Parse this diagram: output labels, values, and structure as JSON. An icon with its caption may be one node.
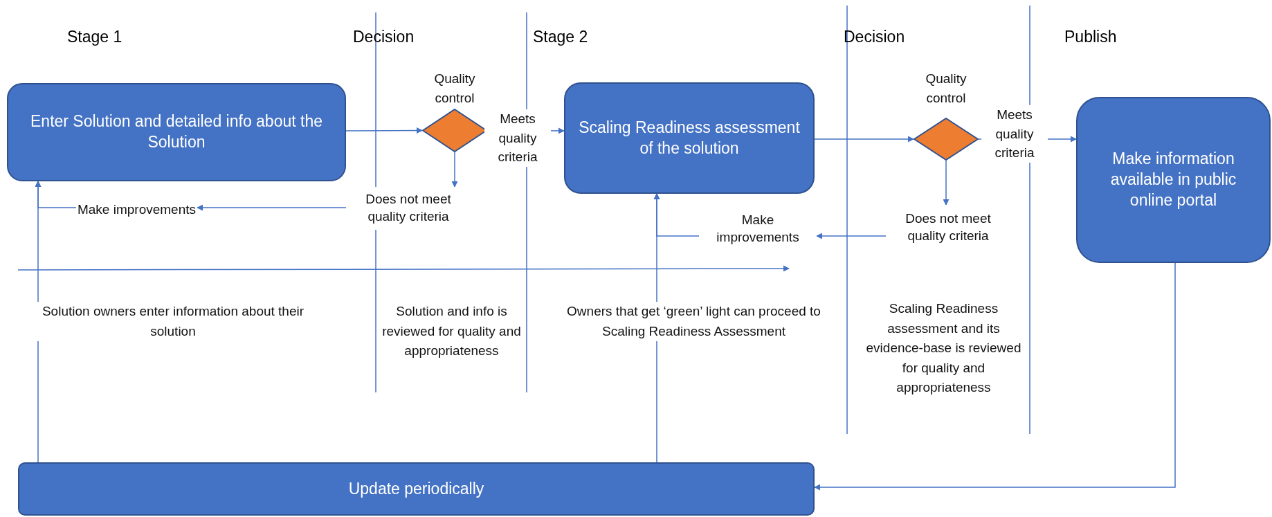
{
  "diagram": {
    "nodes": [
      {
        "text": [
          "Enter Solution and detailed info about the Solution"
        ]
      },
      {
        "text": [
          "Quality control"
        ]
      },
      {
        "text": [
          "Does not meet quality criteria"
        ]
      },
      {
        "text": [
          "Make improvements"
        ]
      },
      {
        "text": [
          "Scaling Readiness assessment of the solution"
        ]
      },
      {
        "text": [
          "Quality control"
        ]
      },
      {
        "text": [
          "Does not meet quality criteria"
        ]
      },
      {
        "text": [
          "Make improvements"
        ]
      },
      {
        "text": [
          "Make information available in public online portal"
        ]
      },
      {
        "text": [
          "Update periodically"
        ]
      }
    ],
    "edges": [
      {
        "from": 0,
        "to": 1,
        "arrow": "to"
      },
      {
        "from": 1,
        "to": 4,
        "arrow": "to",
        "label": "Meets quality criteria"
      },
      {
        "from": 1,
        "to": 2,
        "arrow": "to"
      },
      {
        "from": 2,
        "to": 3,
        "arrow": "to"
      },
      {
        "from": 3,
        "to": 0,
        "arrow": "to"
      },
      {
        "from": 9,
        "to": 0,
        "arrow": "to"
      },
      {
        "from": 4,
        "to": 5,
        "arrow": "to"
      },
      {
        "from": 5,
        "to": 8,
        "arrow": "to",
        "label": "Meets quality criteria"
      },
      {
        "from": 5,
        "to": 6,
        "arrow": "to"
      },
      {
        "from": 6,
        "to": 7,
        "arrow": "to"
      },
      {
        "from": 7,
        "to": 4,
        "arrow": "to"
      },
      {
        "from": 9,
        "to": 4,
        "arrow": "to"
      },
      {
        "from": 8,
        "to": 9,
        "arrow": "to"
      }
    ],
    "labels": [
      "Stage 1",
      "Decision",
      "Stage 2",
      "Decision",
      "Publish",
      "Solution owners enter information about their solution",
      "Solution and info is reviewed for quality and appropriateness",
      "Owners that get ‘green’ light can proceed to Scaling Readiness Assessment",
      "Scaling Readiness assessment and its evidence-base is reviewed for quality and appropriateness"
    ]
  }
}
